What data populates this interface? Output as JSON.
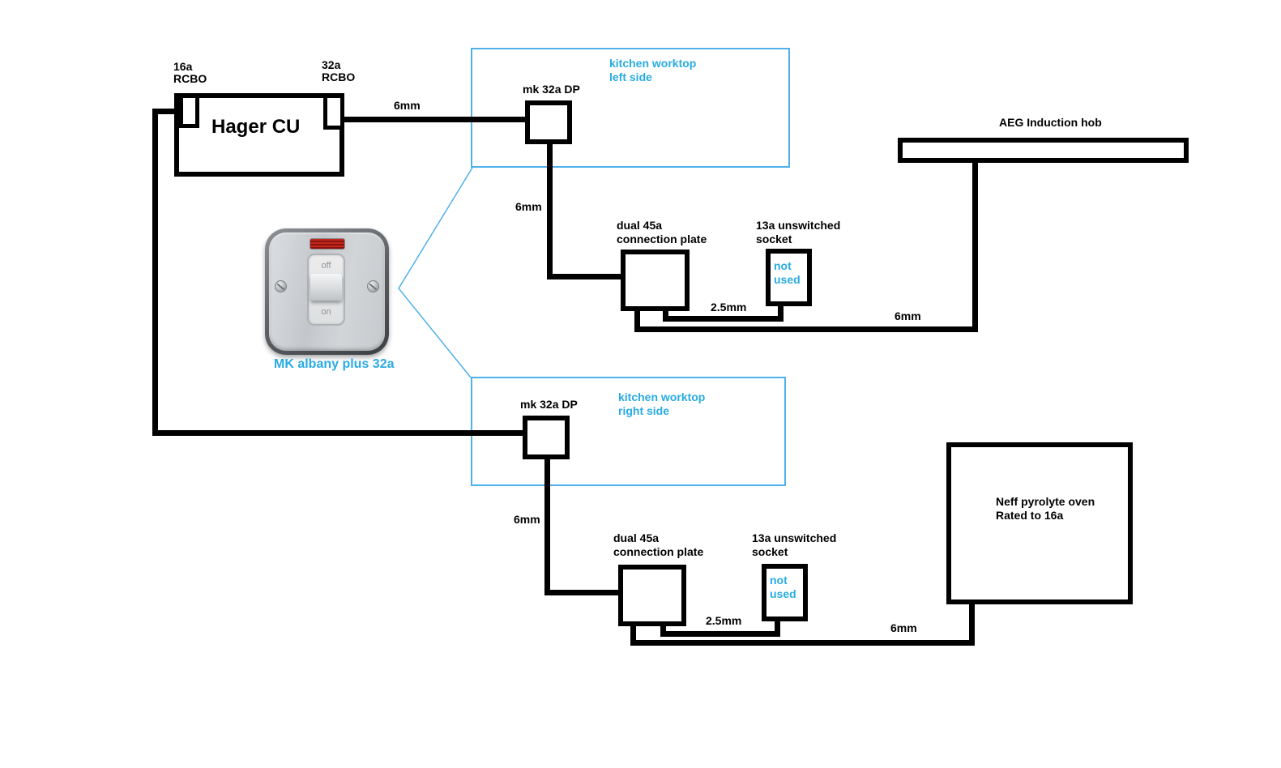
{
  "consumer_unit": {
    "name": "Hager CU",
    "left_breaker": [
      "16a",
      "RCBO"
    ],
    "right_breaker": [
      "32a",
      "RCBO"
    ]
  },
  "cooker_switch": {
    "caption": "MK albany plus 32a",
    "off_label": "off",
    "on_label": "on"
  },
  "left_circuit": {
    "zone": [
      "kitchen worktop",
      "left side"
    ],
    "isolator": "mk 32a DP",
    "feed_cable": "6mm",
    "drop_cable": "6mm",
    "plate": [
      "dual 45a",
      "connection plate"
    ],
    "socket": [
      "13a unswitched",
      "socket"
    ],
    "socket_note": [
      "not",
      "used"
    ],
    "spur_cable": "2.5mm",
    "appliance_cable": "6mm",
    "appliance": [
      "AEG Induction hob"
    ]
  },
  "right_circuit": {
    "zone": [
      "kitchen worktop",
      "right side"
    ],
    "isolator": "mk 32a DP",
    "drop_cable": "6mm",
    "plate": [
      "dual 45a",
      "connection plate"
    ],
    "socket": [
      "13a unswitched",
      "socket"
    ],
    "socket_note": [
      "not",
      "used"
    ],
    "spur_cable": "2.5mm",
    "appliance_cable": "6mm",
    "appliance": [
      "Neff pyrolyte oven",
      "Rated to 16a"
    ]
  },
  "colors": {
    "wire_black": "#000000",
    "accent_blue": "#29ABE2"
  }
}
